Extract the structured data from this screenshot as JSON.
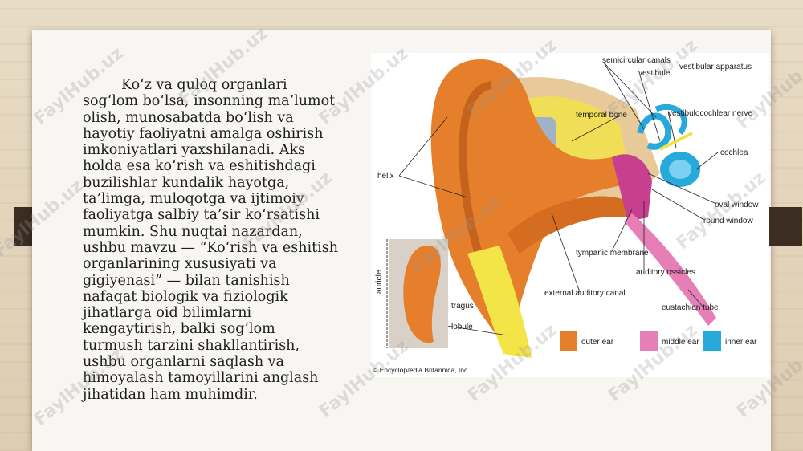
{
  "paragraph": "Ko‘z va quloq organlari sog‘lom bo‘lsa, insonning ma’lumot olish, munosabatda bo‘lish va hayotiy faoliyatni amalga oshirish imkoniyatlari yaxshilanadi. Aks holda esa ko‘rish va eshitishdagi buzilishlar kundalik hayotga, ta’limga, muloqotga va ijtimoiy faoliyatga salbiy ta’sir ko‘rsatishi mumkin. Shu nuqtai nazardan, ushbu mavzu — “Ko‘rish va eshitish organlarining xususiyati va gigiyenasi” — bilan tanishish nafaqat biologik va fiziologik jihatlarga oid bilimlarni kengaytirish, balki sog‘lom turmush tarzini shakllantirish, ushbu organlarni saqlash va himoyalash tamoyillarini anglash jihatidan ham muhimdir.",
  "watermark": "FaylHub.uz",
  "diagram": {
    "labels": {
      "semicircular_canals": "semicircular canals",
      "vestibule": "vestibule",
      "vestibular_apparatus": "vestibular apparatus",
      "temporal_bone": "temporal bone",
      "vestibulocochlear_nerve": "vestibulocochlear nerve",
      "cochlea": "cochlea",
      "helix": "helix",
      "oval_window": "oval window",
      "round_window": "round window",
      "tympanic_membrane": "tympanic membrane",
      "auditory_ossicles": "auditory ossicles",
      "external_auditory_canal": "external auditory canal",
      "eustachian_tube": "eustachian tube",
      "auricle": "auricle",
      "tragus": "tragus",
      "lobule": "lobule",
      "copyright": "© Encyclopædia Britannica, Inc."
    },
    "legend": [
      {
        "label": "outer ear",
        "color": "#e57f2c"
      },
      {
        "label": "middle ear",
        "color": "#e57fb6"
      },
      {
        "label": "inner ear",
        "color": "#28a9dc"
      }
    ]
  }
}
